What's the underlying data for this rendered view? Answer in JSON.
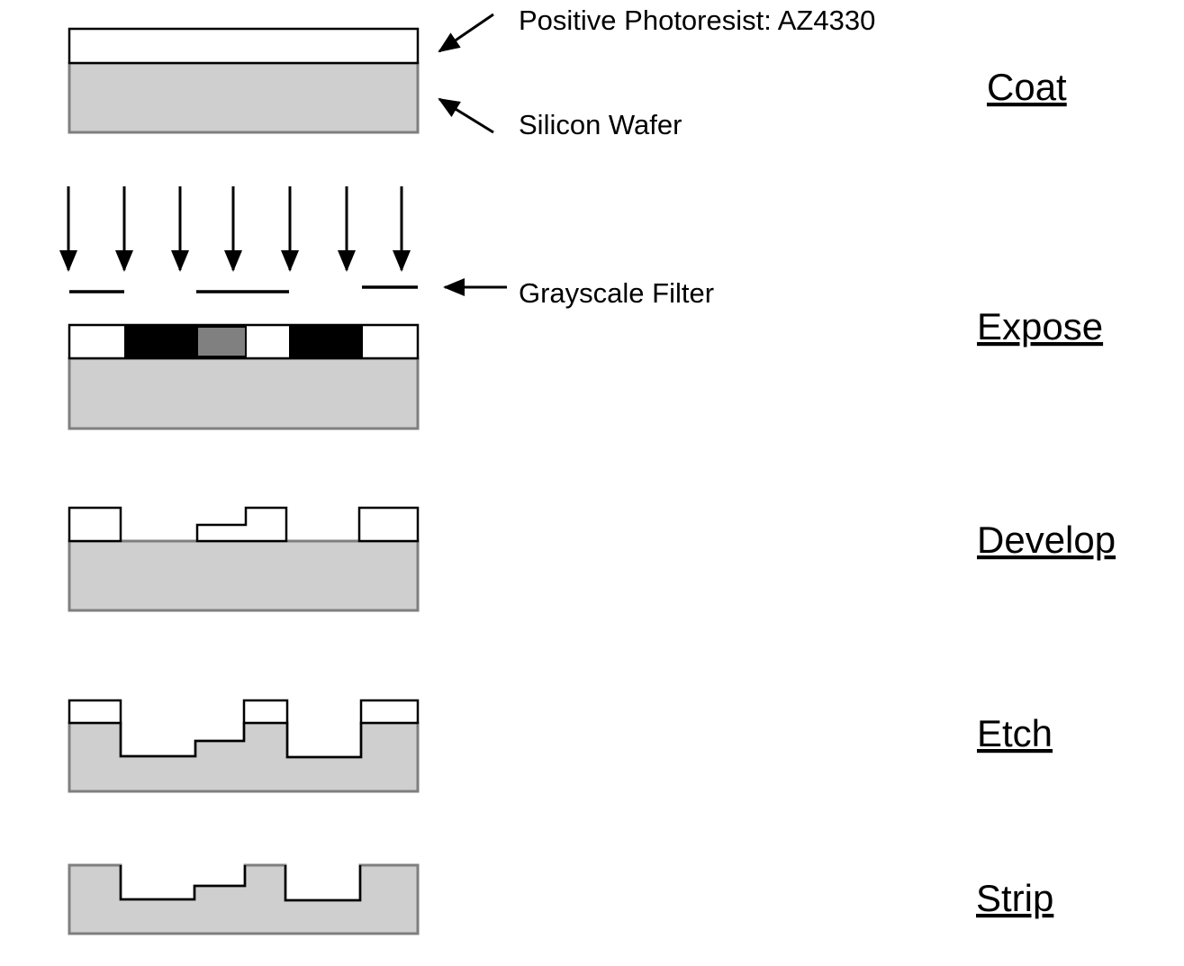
{
  "labels": {
    "photoresist": "Positive Photoresist: AZ4330",
    "wafer": "Silicon Wafer",
    "filter": "Grayscale Filter"
  },
  "steps": {
    "coat": "Coat",
    "expose": "Expose",
    "develop": "Develop",
    "etch": "Etch",
    "strip": "Strip"
  },
  "colors": {
    "silicon": "#d0cfd0",
    "photoresist": "#ffffff",
    "exposed": "#000000",
    "partially_exposed": "#808080",
    "outline": "#000000"
  }
}
